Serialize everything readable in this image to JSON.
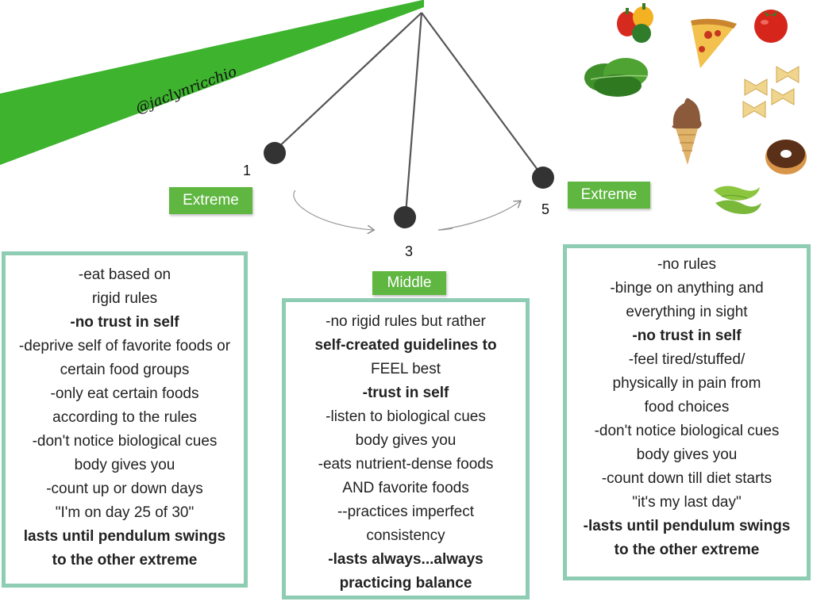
{
  "banner": {
    "title": "Food Mindsets",
    "handle": "@jaclynricchio",
    "color": "#3db32e"
  },
  "pendulum": {
    "positions": [
      {
        "number": "1",
        "label": "Extreme"
      },
      {
        "number": "3",
        "label": "Middle"
      },
      {
        "number": "5",
        "label": "Extreme"
      }
    ]
  },
  "columns": {
    "left": {
      "lines": [
        "-eat based on",
        "rigid rules",
        "-no trust in self",
        "-deprive self of favorite foods or",
        "certain food groups",
        "-only eat certain foods",
        "according to the rules",
        "-don't notice biological cues",
        "body gives you",
        "-count up or down days",
        "\"I'm on day 25 of 30\"",
        "lasts until pendulum swings",
        "to the other extreme"
      ]
    },
    "middle": {
      "lines": [
        "-no rigid rules but rather",
        "self-created guidelines to",
        "FEEL best",
        "-trust in self",
        "-listen to biological cues",
        "body gives you",
        "-eats nutrient-dense foods",
        "AND favorite foods",
        "--practices imperfect",
        "consistency",
        "-lasts always...always",
        "practicing balance"
      ]
    },
    "right": {
      "lines": [
        "-no rules",
        "-binge on anything and",
        "everything in sight",
        "-no trust in self",
        "-feel tired/stuffed/",
        "physically in pain from",
        "food choices",
        "-don't notice biological cues",
        "body gives you",
        "-count down till diet starts",
        "\"it's my last day\"",
        "-lasts until pendulum swings",
        "to the other extreme"
      ]
    }
  },
  "foods": [
    "bell-peppers",
    "pizza-slice",
    "tomato",
    "spinach",
    "bowtie-pasta",
    "ice-cream-cone",
    "donut",
    "edamame"
  ],
  "colors": {
    "accent": "#5fb640",
    "box_border": "#8ecdb3",
    "ball": "#333333"
  }
}
